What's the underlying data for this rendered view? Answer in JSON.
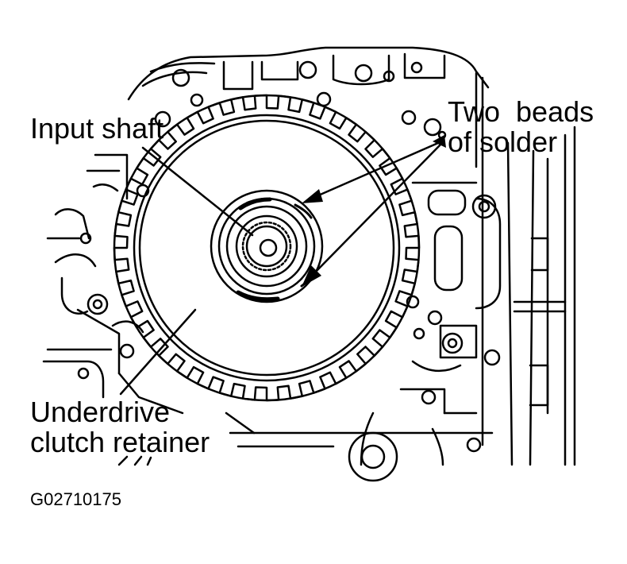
{
  "labels": {
    "input_shaft": "Input shaft",
    "two_beads_line1": "Two  beads",
    "two_beads_line2": "of solder",
    "underdrive_line1": "Underdrive",
    "underdrive_line2": "clutch retainer",
    "figure_code": "G02710175"
  },
  "colors": {
    "ink": "#000000",
    "paper": "#ffffff"
  }
}
